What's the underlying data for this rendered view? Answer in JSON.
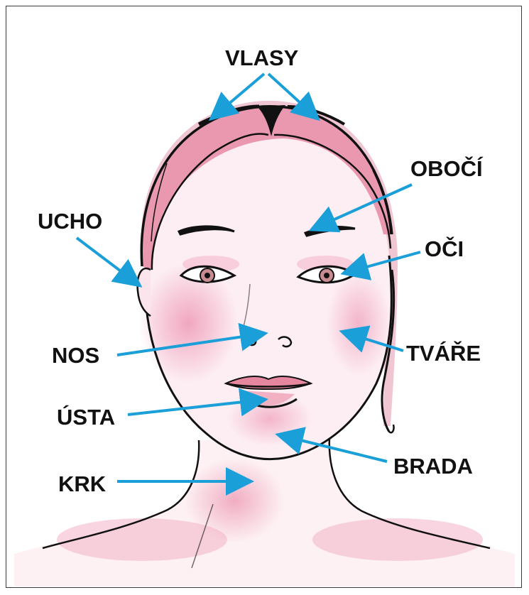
{
  "labels": {
    "vlasy": "VLASY",
    "oboci": "OBOČÍ",
    "ucho": "UCHO",
    "oci": "OČI",
    "nos": "NOS",
    "tvare": "TVÁŘE",
    "usta": "ÚSTA",
    "brada": "BRADA",
    "krk": "KRK"
  },
  "colors": {
    "arrow": "#1a9fd8",
    "outline": "#111111",
    "skin": "#fbe9ef",
    "blush": "#ec8fae",
    "hair_tint": "#e7839f"
  }
}
